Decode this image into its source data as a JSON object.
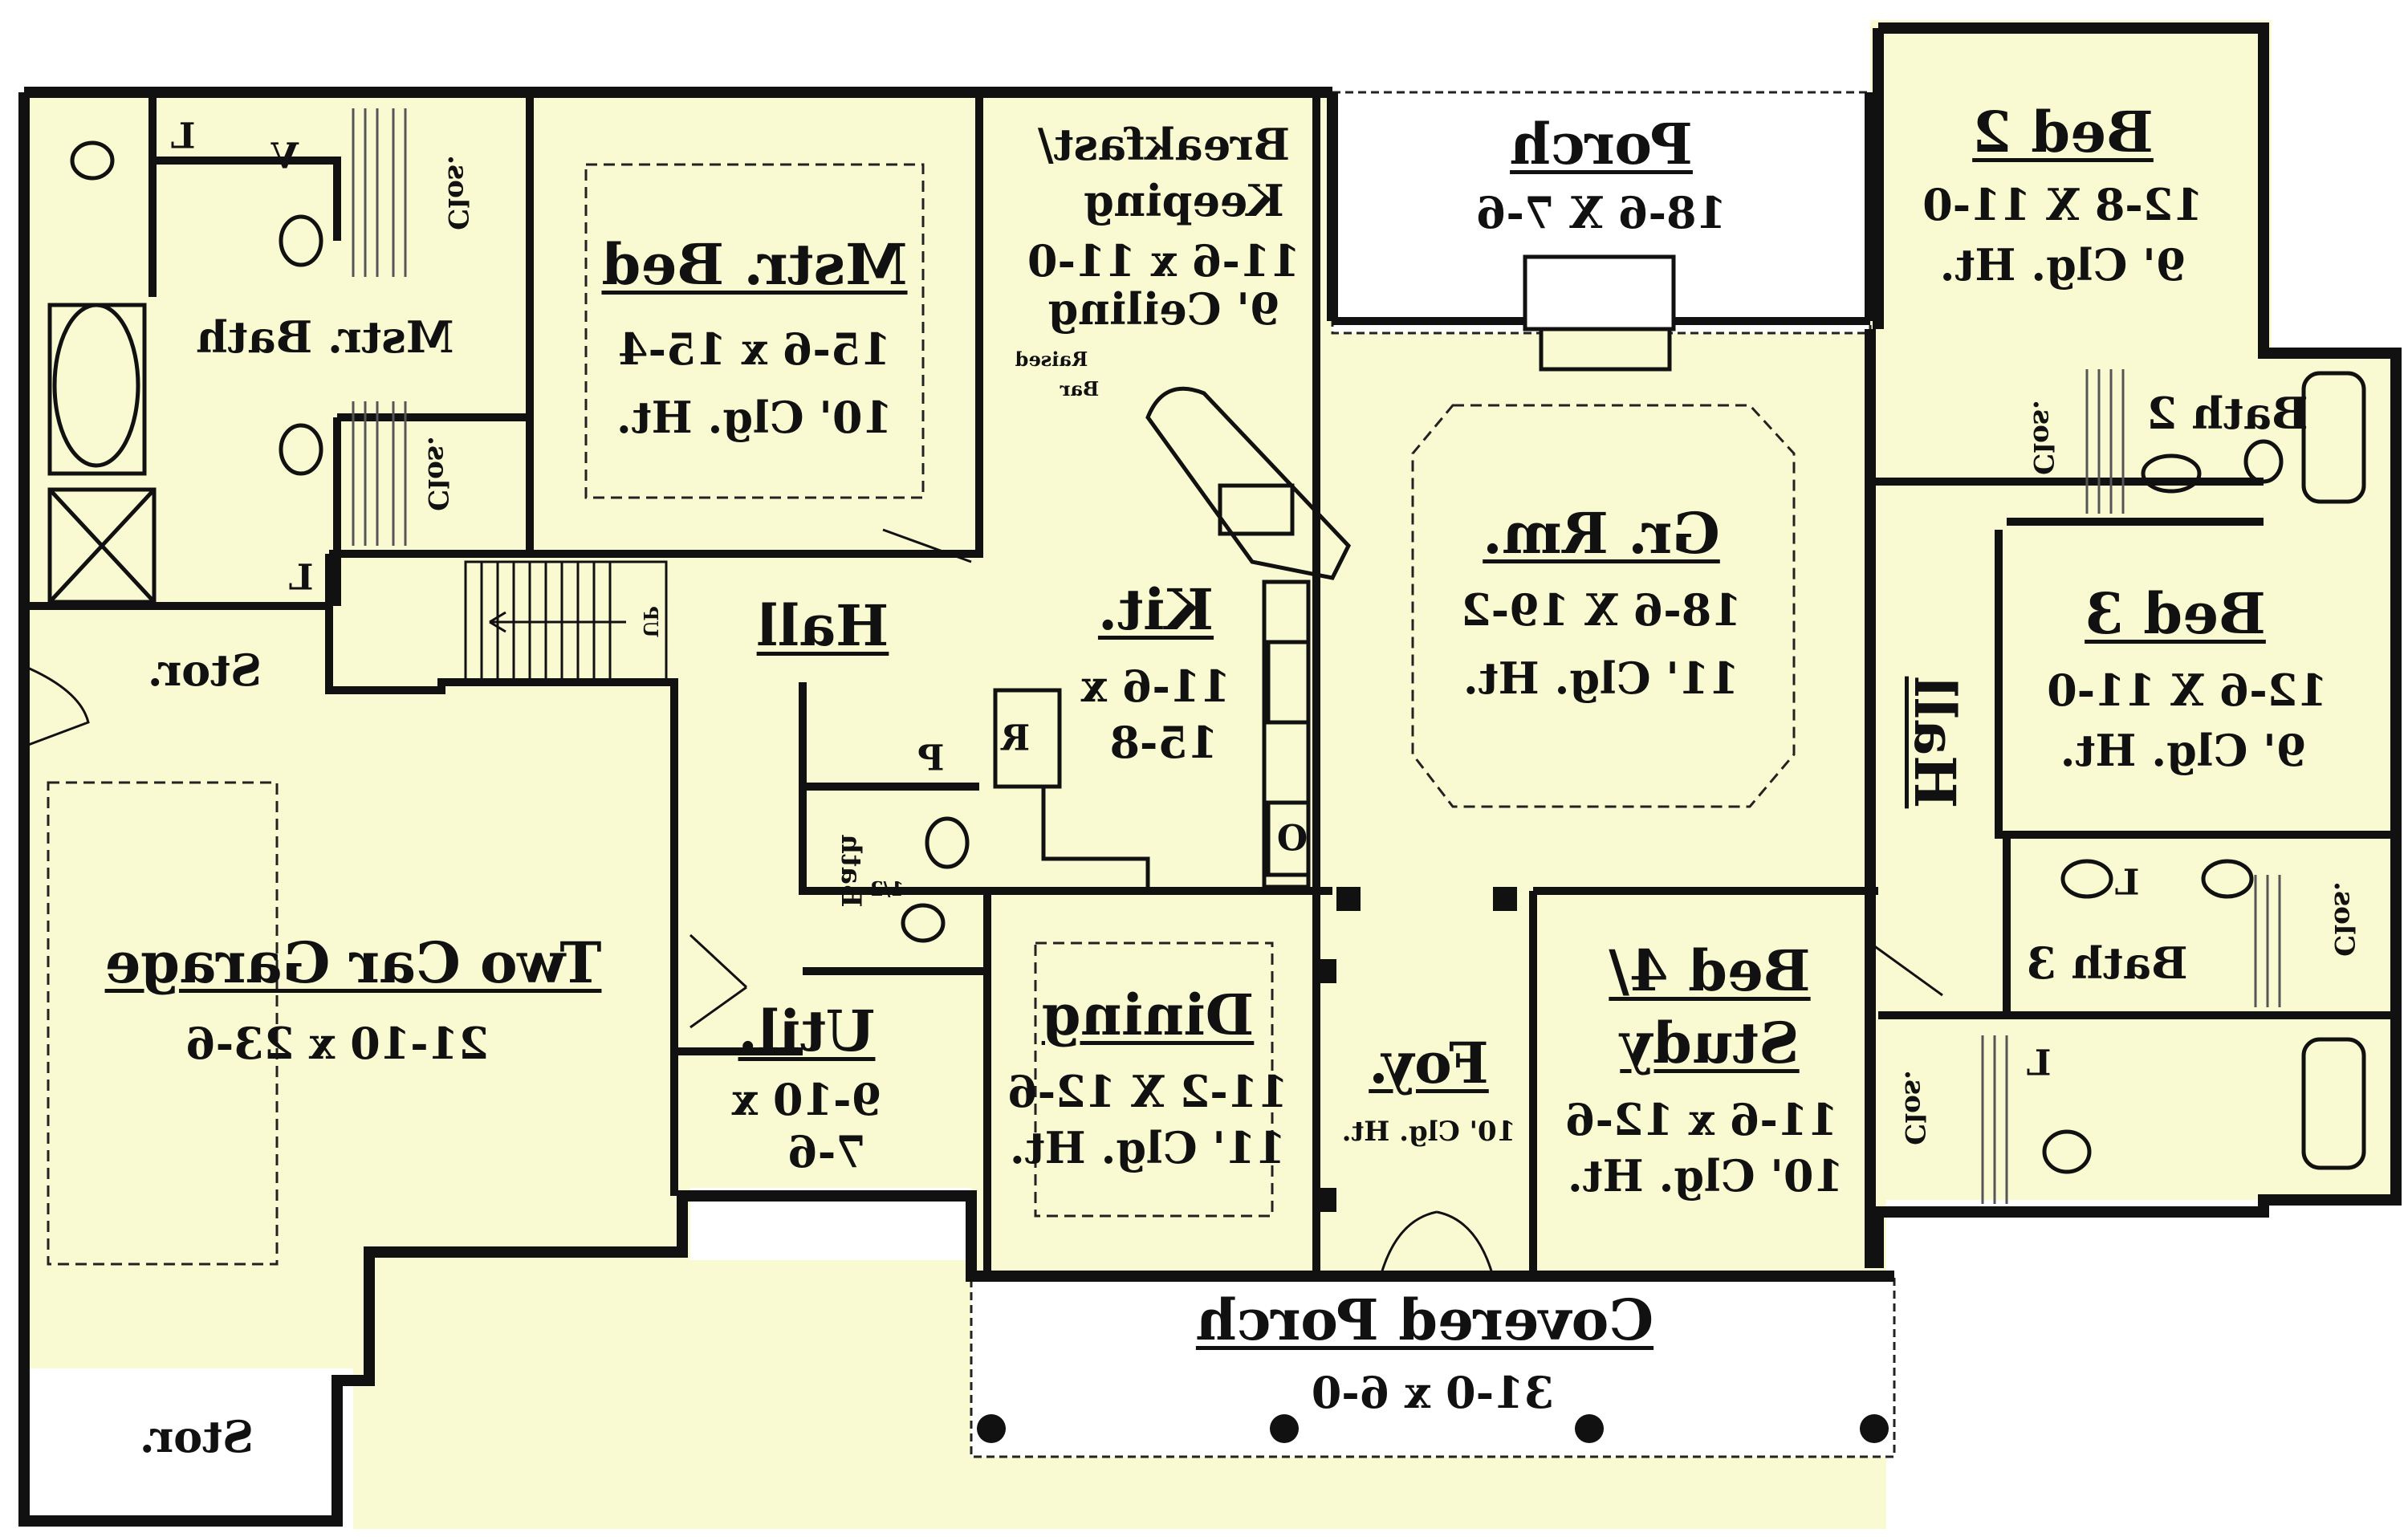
{
  "colors": {
    "floor": "#fafad2",
    "wall": "#111111",
    "porch": "#ffffff",
    "line": "#222222"
  },
  "rooms": {
    "master_bed": {
      "name": "Mstr. Bed",
      "dim": "15-6 x 15-4",
      "clg": "10' Clg. Ht."
    },
    "master_bath": {
      "name": "Mstr. Bath"
    },
    "breakfast": {
      "name1": "Breakfast/",
      "name2": "Keeping",
      "dim": "11-6 x 11-0",
      "clg": "9' Ceiling"
    },
    "raised_bar": {
      "line1": "Raised",
      "line2": "Bar"
    },
    "porch_rear": {
      "name": "Porch",
      "dim": "18-6 X 7-6"
    },
    "bed2": {
      "name": "Bed 2",
      "dim": "12-8 X 11-0",
      "clg": "9' Clg. Ht."
    },
    "bath2": {
      "name": "Bath 2"
    },
    "great_room": {
      "name": "Gr. Rm.",
      "dim": "18-6 X 19-2",
      "clg": "11' Clg. Ht."
    },
    "kitchen": {
      "name": "Kit.",
      "dim1": "11-6 x",
      "dim2": "15-8"
    },
    "hall_left": {
      "name": "Hall"
    },
    "hall_right": {
      "name": "Hall"
    },
    "bed3": {
      "name": "Bed 3",
      "dim": "12-6 X 11-0",
      "clg": "9' Clg. Ht."
    },
    "bath3": {
      "name": "Bath 3"
    },
    "storage_top": {
      "name": "Stor."
    },
    "storage_bottom": {
      "name": "Stor."
    },
    "garage": {
      "name": "Two Car Garage",
      "dim": "21-10 x 23-6"
    },
    "half_bath": {
      "name": "Bath",
      "sub": "1/2"
    },
    "utility": {
      "name": "Util.",
      "dim1": "9-10 x",
      "dim2": "7-6"
    },
    "dining": {
      "name": "Dining",
      "dim": "11-2 X 12-6",
      "clg": "11' Clg. Ht."
    },
    "foyer": {
      "name": "Foy.",
      "clg": "10' Clg. Ht."
    },
    "bed4": {
      "name1": "Bed 4/",
      "name2": "Study",
      "dim": "11-6 x 12-6",
      "clg": "10' Clg. Ht."
    },
    "covered_porch": {
      "name": "Covered Porch",
      "dim": "31-0 x 6-0"
    }
  },
  "closets": {
    "label": "Clos."
  },
  "fixtures": {
    "linen": "L",
    "vanity": "V",
    "pantry": "P",
    "refrigerator": "R",
    "oven": "O",
    "up": "UP"
  }
}
